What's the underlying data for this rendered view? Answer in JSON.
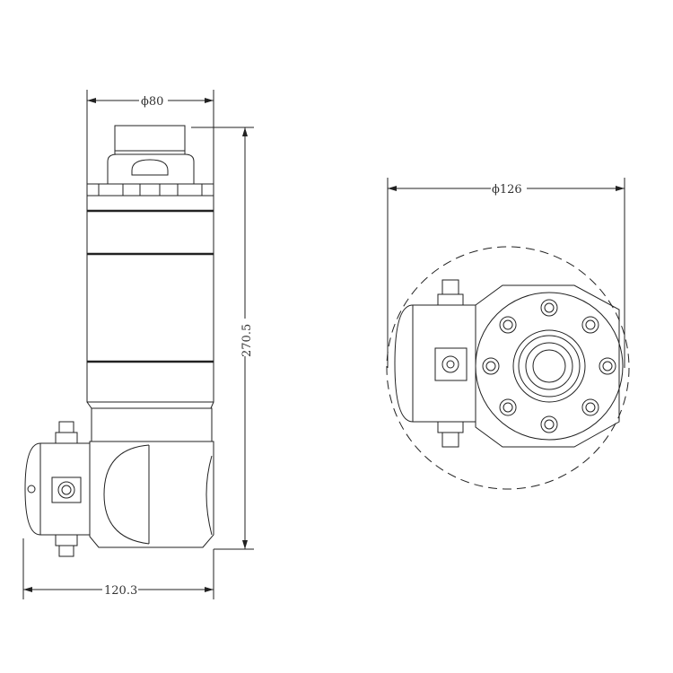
{
  "dimensions": {
    "side_diameter": "ϕ80",
    "height": "270.5",
    "width": "120.3",
    "top_diameter": "ϕ126"
  }
}
